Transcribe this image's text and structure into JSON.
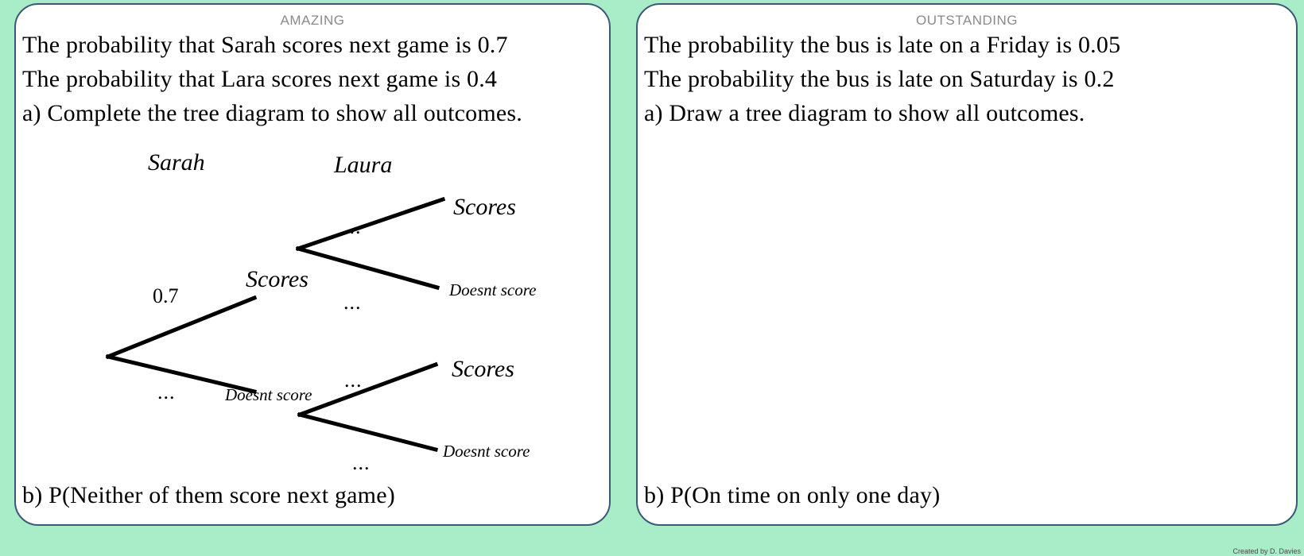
{
  "background_color": "#a8ecc8",
  "card_border_color": "#3c5a78",
  "cards": [
    {
      "level_label": "AMAZING",
      "lines": [
        "The probability that Sarah scores next game is 0.7",
        "The probability that Lara scores next game is 0.4",
        "a) Complete the tree diagram to show all outcomes."
      ],
      "part_b": "b) P(Neither of them score next game)",
      "tree": {
        "headers": [
          "Sarah",
          "Laura"
        ],
        "branch_labels": {
          "root_upper": "0.7",
          "root_lower": "...",
          "upper_upper": "...",
          "upper_lower": "...",
          "lower_upper": "...",
          "lower_lower": "..."
        },
        "nodes": {
          "level1_upper": "Scores",
          "level1_lower": "Doesnt score",
          "upper_upper": "Scores",
          "upper_lower": "Doesnt score",
          "lower_upper": "Scores",
          "lower_lower": "Doesnt score"
        }
      }
    },
    {
      "level_label": "OUTSTANDING",
      "lines": [
        "The probability the bus is late on a Friday is 0.05",
        "The probability the bus is late on Saturday is 0.2",
        "a) Draw a tree diagram to show all outcomes."
      ],
      "part_b": "b) P(On time on only one day)",
      "tree": null
    }
  ],
  "credit": "Created by D. Davies"
}
